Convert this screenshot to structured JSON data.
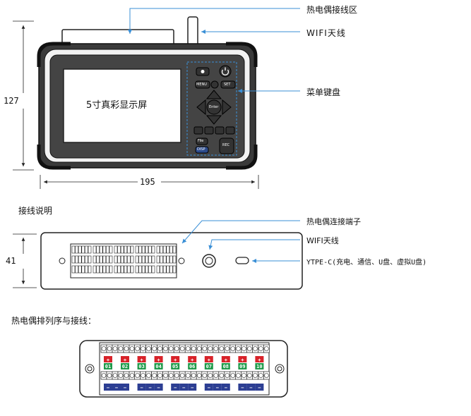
{
  "callouts": {
    "thermo_zone": "热电偶接线区",
    "wifi_antenna": "WIFI天线",
    "menu_keypad": "菜单键盘",
    "thermo_terminal": "热电偶连接端子",
    "wifi_antenna_side": "WIFI天线",
    "ytpe_c": "YTPE-C(充电、通信、U盘、虚拟U盘)"
  },
  "screen_label": "5寸真彩显示屏",
  "dimensions": {
    "height_front": "127",
    "width": "195",
    "height_side": "41"
  },
  "section_titles": {
    "wiring": "接线说明",
    "arrangement": "热电偶排列序与接线："
  },
  "keypad": {
    "menu": "MENU",
    "set": "SET",
    "enter": "Enter",
    "file": "File",
    "disp": "DISP",
    "rec": "REC"
  },
  "terminals": {
    "plus": "+",
    "minus": "−",
    "channels": [
      "01",
      "02",
      "03",
      "04",
      "05",
      "06",
      "07",
      "08",
      "09",
      "10"
    ]
  },
  "colors": {
    "arrow_blue": "#3a8fd6",
    "plus_red": "#d8232a",
    "channel_green": "#1f9a4a",
    "minus_blue": "#2c3e93",
    "device_dark": "#2b2b2b"
  }
}
